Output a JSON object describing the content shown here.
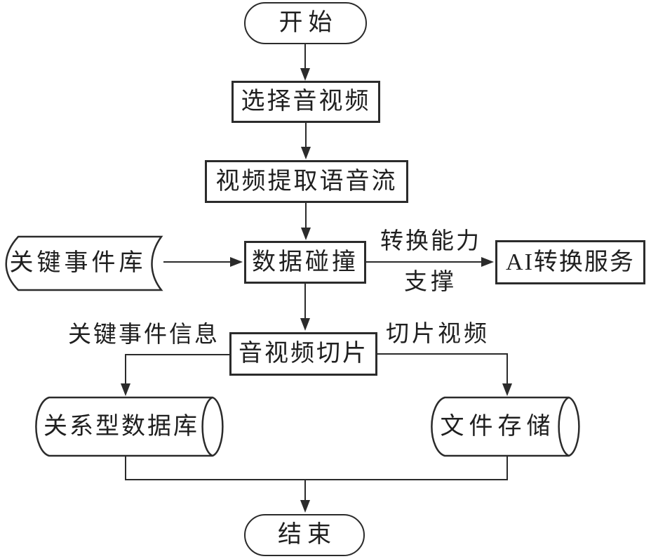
{
  "colors": {
    "stroke": "#2b2b2b",
    "text": "#1f1f1f",
    "bg": "#ffffff"
  },
  "nodes": {
    "start": {
      "label": "开始",
      "shape": "terminator"
    },
    "select_media": {
      "label": "选择音视频",
      "shape": "process"
    },
    "extract_stream": {
      "label": "视频提取语音流",
      "shape": "process"
    },
    "key_event_library": {
      "label": "关键事件库",
      "shape": "stored-data"
    },
    "data_collision": {
      "label": "数据碰撞",
      "shape": "process"
    },
    "ai_service": {
      "label": "AI转换服务",
      "shape": "process"
    },
    "media_slicing": {
      "label": "音视频切片",
      "shape": "process"
    },
    "relational_db": {
      "label": "关系型数据库",
      "shape": "cylinder"
    },
    "file_storage": {
      "label": "文件存储",
      "shape": "cylinder"
    },
    "end": {
      "label": "结束",
      "shape": "terminator"
    }
  },
  "edge_labels": {
    "conversion_capability_line1": "转换能力",
    "conversion_capability_line2": "支撑",
    "key_event_info": "关键事件信息",
    "sliced_video": "切片视频"
  },
  "edges": [
    {
      "from": "start",
      "to": "select_media"
    },
    {
      "from": "select_media",
      "to": "extract_stream"
    },
    {
      "from": "extract_stream",
      "to": "data_collision"
    },
    {
      "from": "key_event_library",
      "to": "data_collision"
    },
    {
      "from": "data_collision",
      "to": "ai_service",
      "label": "转换能力 支撑"
    },
    {
      "from": "data_collision",
      "to": "media_slicing"
    },
    {
      "from": "media_slicing",
      "to": "relational_db",
      "label": "关键事件信息"
    },
    {
      "from": "media_slicing",
      "to": "file_storage",
      "label": "切片视频"
    },
    {
      "from": "relational_db",
      "to": "end"
    },
    {
      "from": "file_storage",
      "to": "end"
    }
  ]
}
